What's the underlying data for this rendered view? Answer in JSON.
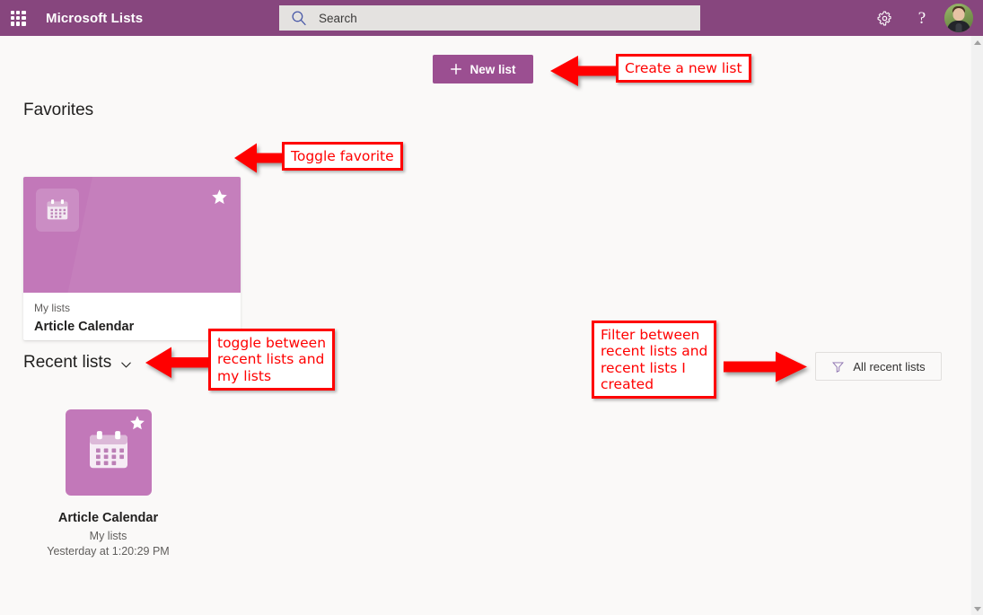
{
  "suite": {
    "waffle_label": "app-launcher",
    "title": "Microsoft Lists",
    "search_placeholder": "Search",
    "settings_label": "Settings",
    "help_label": "?",
    "avatar_label": "Account manager"
  },
  "toolbar": {
    "new_list_label": "New list"
  },
  "favorites": {
    "section_title": "Favorites",
    "cards": [
      {
        "name": "Article Calendar",
        "sub": "My lists",
        "icon": "calendar-icon",
        "favorited": true
      }
    ]
  },
  "recent": {
    "section_title": "Recent lists",
    "filter_label": "All recent lists",
    "tiles": [
      {
        "name": "Article Calendar",
        "sub": "My lists",
        "time": "Yesterday at 1:20:29 PM",
        "icon": "calendar-icon",
        "favorited": true
      }
    ]
  },
  "annotations": [
    {
      "id": "create-new-list",
      "text": "Create a new list"
    },
    {
      "id": "toggle-favorite",
      "text": "Toggle favorite"
    },
    {
      "id": "toggle-recent-my-lists",
      "text": "toggle between\nrecent lists and\nmy lists"
    },
    {
      "id": "filter-recent",
      "text": "Filter between\nrecent lists and\nrecent lists I\ncreated"
    }
  ],
  "colors": {
    "suite_bar": "#87467e",
    "accent": "#9b4f91",
    "tile": "#c278b9",
    "page_bg": "#faf9f8",
    "annotation": "#ff0000"
  }
}
